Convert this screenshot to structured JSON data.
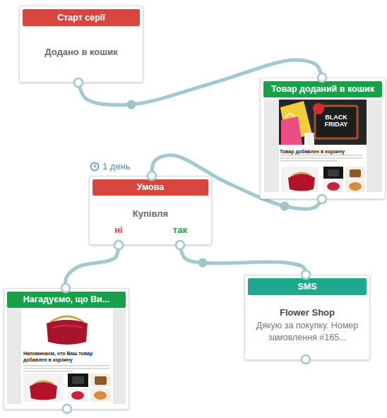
{
  "diagram": {
    "nodes": [
      {
        "text": [
          "Старт серії",
          "Додано в кошик"
        ]
      },
      {
        "text": [
          "Товар доданий в кошик",
          "Товар добавлен в корзину"
        ]
      },
      {
        "text": [
          "1 день",
          "Умова",
          "Купівля"
        ]
      },
      {
        "text": [
          "Нагадуємо, що Ви...",
          "Напоминаем, что Ваш товар добавлен в корзину"
        ]
      },
      {
        "text": [
          "SMS",
          "Flower Shop",
          "Дякую за покупку. Номер замовлення #165..."
        ]
      }
    ],
    "edges": [
      {
        "from": 0,
        "to": 1,
        "arrow": "none"
      },
      {
        "from": 1,
        "to": 2,
        "arrow": "none"
      },
      {
        "from": 2,
        "to": 3,
        "label": "ні",
        "arrow": "none"
      },
      {
        "from": 2,
        "to": 4,
        "label": "так",
        "arrow": "none"
      }
    ],
    "labels": [
      "BLACK FRIDAY"
    ]
  }
}
